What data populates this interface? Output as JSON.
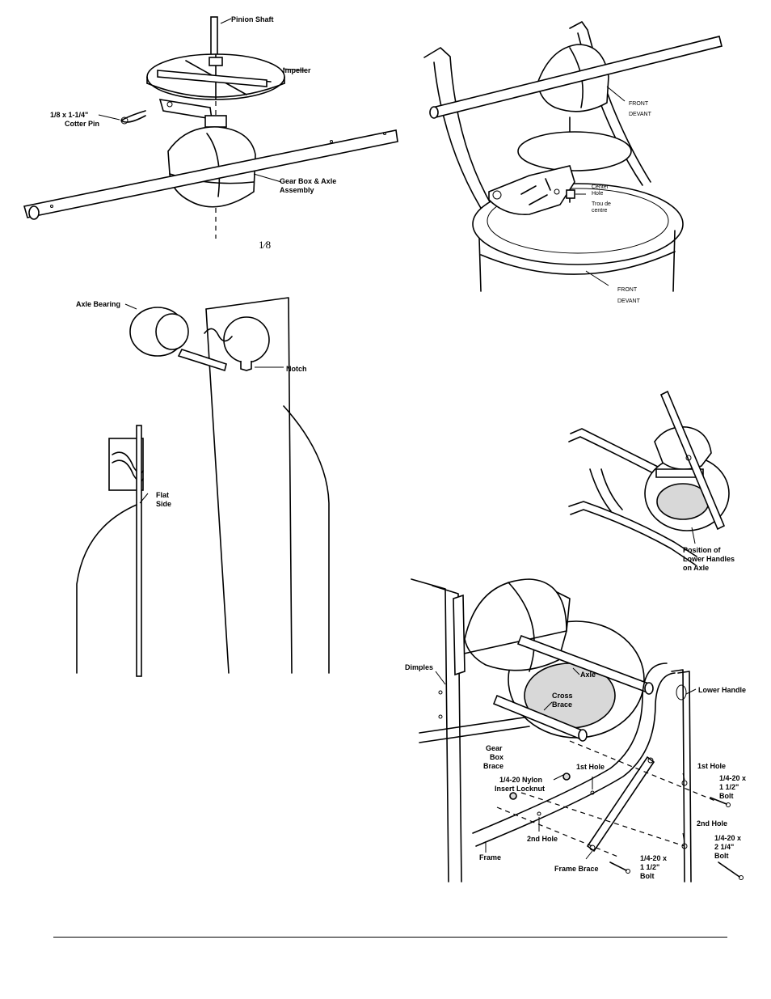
{
  "fig1": {
    "pinion_shaft": "Pinion Shaft",
    "impeller": "Impeller",
    "cotter_pin_line1": "1/8 x 1-1/4\"",
    "cotter_pin_line2": "Cotter Pin",
    "gear_box_line1": "Gear Box & Axle",
    "gear_box_line2": "Assembly",
    "stray_mark": "1⁄8"
  },
  "fig2": {
    "front_upper": "FRONT",
    "devant_upper": "DEVANT",
    "center_hole_line1": "Center",
    "center_hole_line2": "Hole",
    "trou_line1": "Trou de",
    "trou_line2": "centre",
    "front_lower": "FRONT",
    "devant_lower": "DEVANT"
  },
  "fig3": {
    "axle_bearing": "Axle Bearing",
    "notch": "Notch",
    "flat_line1": "Flat",
    "flat_line2": "Side"
  },
  "fig4": {
    "position_line1": "Position of",
    "position_line2": "Lower Handles",
    "position_line3": "on Axle"
  },
  "fig5": {
    "dimples": "Dimples",
    "axle": "Axle",
    "cross_line1": "Cross",
    "cross_line2": "Brace",
    "lower_handle": "Lower Handle",
    "gearbox_brace_line1": "Gear",
    "gearbox_brace_line2": "Box",
    "gearbox_brace_line3": "Brace",
    "first_hole_left": "1st Hole",
    "first_hole_right": "1st Hole",
    "locknut_line1": "1/4-20 Nylon",
    "locknut_line2": "Insert Locknut",
    "bolt_a_line1": "1/4-20 x",
    "bolt_a_line2": "1 1/2\"",
    "bolt_a_line3": "Bolt",
    "second_hole_left": "2nd Hole",
    "second_hole_right": "2nd Hole",
    "bolt_b_line1": "1/4-20 x",
    "bolt_b_line2": "2 1/4\"",
    "bolt_b_line3": "Bolt",
    "frame": "Frame",
    "frame_brace": "Frame Brace",
    "bolt_c_line1": "1/4-20 x",
    "bolt_c_line2": "1 1/2\"",
    "bolt_c_line3": "Bolt"
  }
}
